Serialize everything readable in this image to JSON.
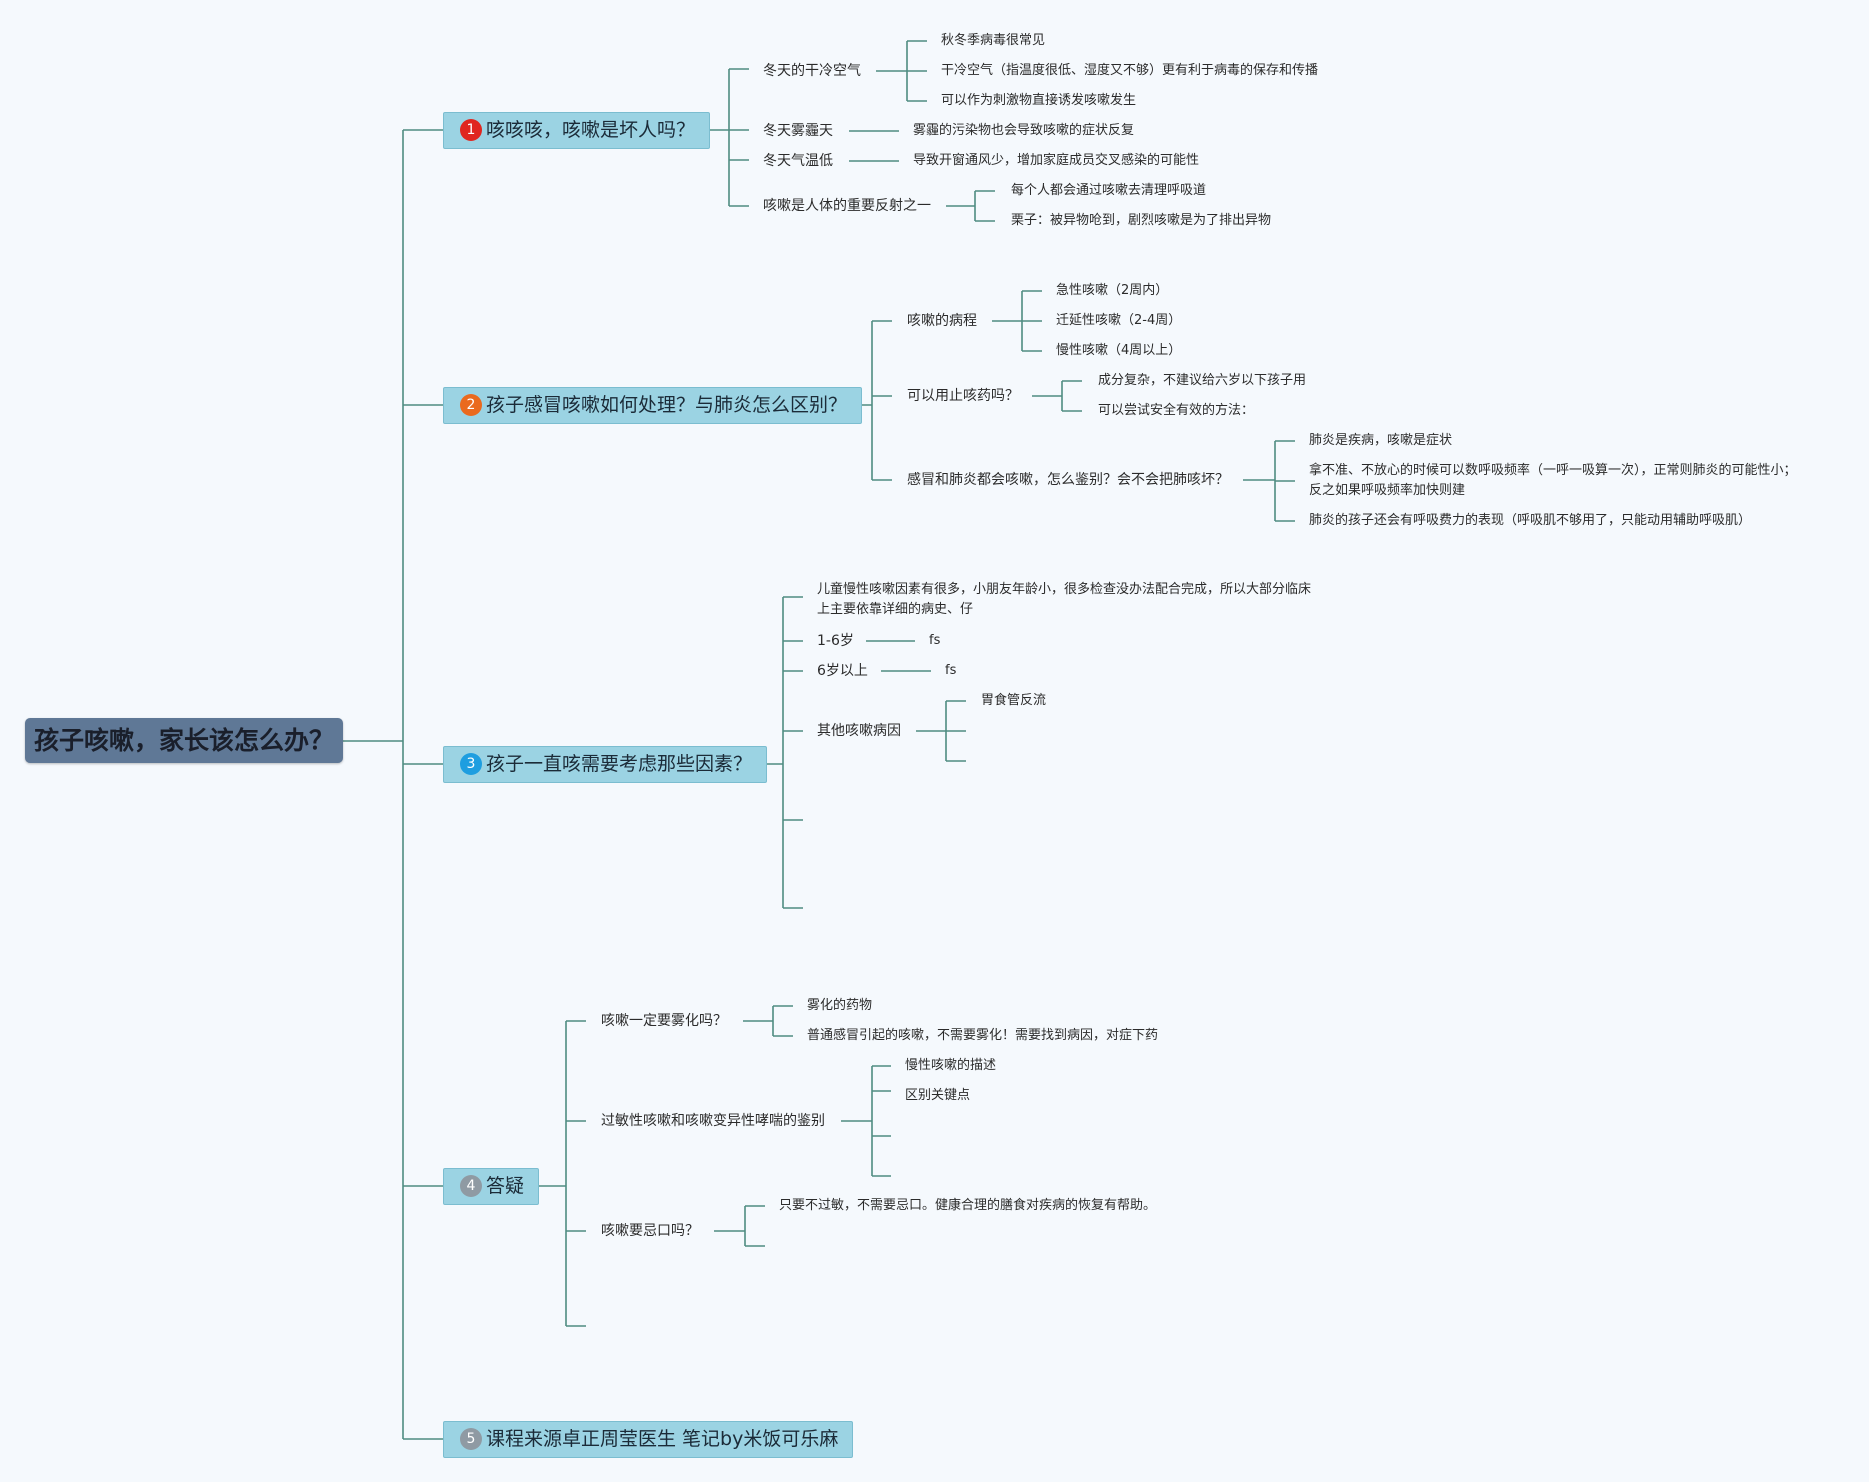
{
  "root": {
    "label": "孩子咳嗽，家长该怎么办？"
  },
  "badge_colors": [
    "#e0261f",
    "#ea6a1e",
    "#1e9ee0",
    "#8f9aa3",
    "#8f9aa3"
  ],
  "branches": [
    {
      "number": "1",
      "label": "咳咳咳，咳嗽是坏人吗？",
      "children": [
        {
          "label": "冬天的干冷空气",
          "children": [
            "秋冬季病毒很常见",
            "干冷空气（指温度很低、湿度又不够）更有利于病毒的保存和传播",
            "可以作为刺激物直接诱发咳嗽发生"
          ]
        },
        {
          "label": "冬天雾霾天",
          "children": [
            "雾霾的污染物也会导致咳嗽的症状反复"
          ]
        },
        {
          "label": "冬天气温低",
          "children": [
            "导致开窗通风少，增加家庭成员交叉感染的可能性"
          ]
        },
        {
          "label": "咳嗽是人体的重要反射之一",
          "children": [
            "每个人都会通过咳嗽去清理呼吸道",
            "栗子：被异物呛到，剧烈咳嗽是为了排出异物"
          ]
        }
      ]
    },
    {
      "number": "2",
      "label": "孩子感冒咳嗽如何处理？与肺炎怎么区别？",
      "children": [
        {
          "label": "咳嗽的病程",
          "children": [
            "急性咳嗽（2周内）",
            "迁延性咳嗽（2-4周）",
            "慢性咳嗽（4周以上）"
          ]
        },
        {
          "label": "可以用止咳药吗？",
          "children": [
            "成分复杂，不建议给六岁以下孩子用",
            "可以尝试安全有效的方法："
          ]
        },
        {
          "label": "感冒和肺炎都会咳嗽，怎么鉴别？会不会把肺咳坏？",
          "children": [
            "肺炎是疾病，咳嗽是症状",
            "拿不准、不放心的时候可以数呼吸频率（一呼一吸算一次），正常则肺炎的可能性小；反之如果呼吸频率加快则建",
            "肺炎的孩子还会有呼吸费力的表现（呼吸肌不够用了，只能动用辅助呼吸肌）"
          ]
        }
      ]
    },
    {
      "number": "3",
      "label": "孩子一直咳需要考虑那些因素？",
      "children": [
        {
          "label": "儿童慢性咳嗽因素有很多，小朋友年龄小，很多检查没办法配合完成，所以大部分临床上主要依靠详细的病史、仔"
        },
        {
          "label": "1-6岁",
          "children": [
            "fs"
          ]
        },
        {
          "label": "6岁以上",
          "children": [
            "fs"
          ]
        },
        {
          "label": "其他咳嗽病因",
          "children": [
            "胃食管反流"
          ]
        }
      ]
    },
    {
      "number": "4",
      "label": "答疑",
      "children": [
        {
          "label": "咳嗽一定要雾化吗？",
          "children": [
            "雾化的药物",
            "普通感冒引起的咳嗽，不需要雾化！需要找到病因，对症下药"
          ]
        },
        {
          "label": "过敏性咳嗽和咳嗽变异性哮喘的鉴别",
          "children": [
            "慢性咳嗽的描述",
            "区别关键点"
          ]
        },
        {
          "label": "咳嗽要忌口吗？",
          "children": [
            "只要不过敏，不需要忌口。健康合理的膳食对疾病的恢复有帮助。"
          ]
        }
      ]
    },
    {
      "number": "5",
      "label": "课程来源卓正周莹医生 笔记by米饭可乐麻"
    }
  ]
}
